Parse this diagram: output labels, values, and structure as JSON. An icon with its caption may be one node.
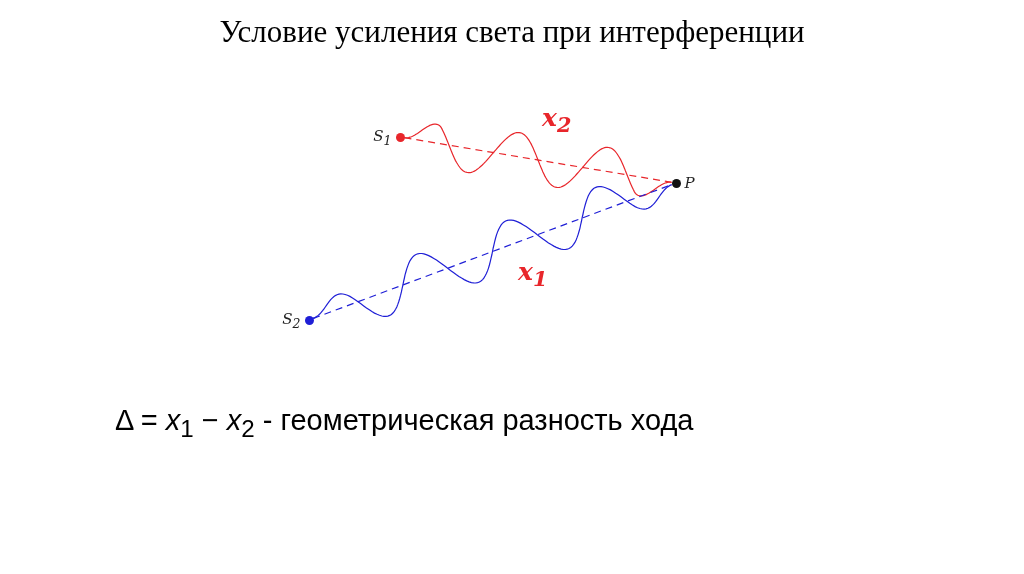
{
  "diagram": {
    "title": "Условие усиления света при интерференции",
    "nodes": [
      {
        "text": [
          "S$_{1}$"
        ]
      },
      {
        "text": [
          "S$_{2}$"
        ]
      },
      {
        "text": [
          "P"
        ]
      }
    ],
    "edges": [
      {
        "from": 0,
        "to": 2,
        "arrow": "none",
        "color": "#e8262b"
      },
      {
        "from": 0,
        "to": 2,
        "arrow": "none",
        "style": "dashed",
        "color": "#e8262b",
        "label": "x$_{2}$"
      },
      {
        "from": 1,
        "to": 2,
        "arrow": "none",
        "color": "#1f1fd6"
      },
      {
        "from": 1,
        "to": 2,
        "arrow": "none",
        "style": "dashed",
        "color": "#1f1fd6",
        "label": "x$_{1}$"
      }
    ],
    "labels": [
      "Δ = *x*$_{1}$ − *x*$_{2}$ - геометрическая разность хода"
    ]
  }
}
